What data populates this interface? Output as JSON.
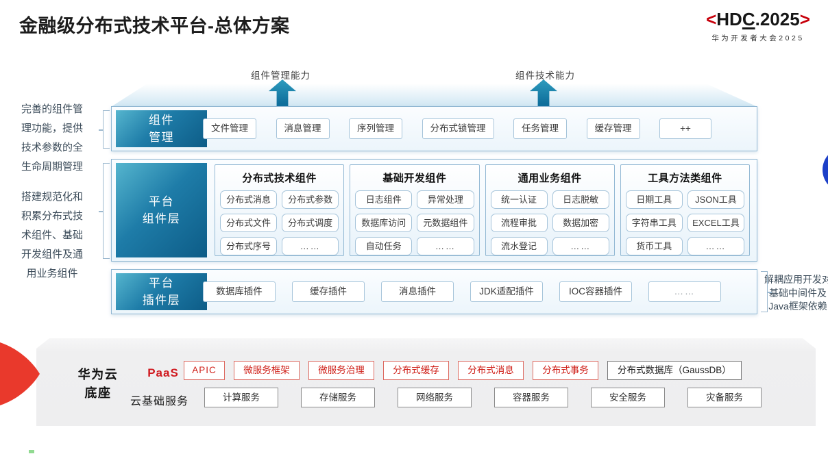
{
  "title": "金融级分布式技术平台-总体方案",
  "logo": {
    "open": "<",
    "name_pre": "HD",
    "name_c": "C",
    "name_post": ".2025",
    "close": ">",
    "subtitle": "华为开发者大会2025"
  },
  "capability_arrows": {
    "left": "组件管理能力",
    "right": "组件技术能力"
  },
  "left_notes": {
    "note1": "完善的组件管理功能，提供技术参数的全生命周期管理",
    "note2": "搭建规范化和积累分布式技术组件、基础开发组件及通用业务组件"
  },
  "right_note": "解耦应用开发对基础中间件及Java框架依赖",
  "layers": {
    "component_mgmt": {
      "label": "组件\n管理",
      "items": [
        "文件管理",
        "消息管理",
        "序列管理",
        "分布式锁管理",
        "任务管理",
        "缓存管理",
        "++"
      ]
    },
    "platform_components": {
      "label": "平台\n组件层",
      "groups": [
        {
          "title": "分布式技术组件",
          "items": [
            "分布式消息",
            "分布式参数",
            "分布式文件",
            "分布式调度",
            "分布式序号",
            "……"
          ]
        },
        {
          "title": "基础开发组件",
          "items": [
            "日志组件",
            "异常处理",
            "数据库访问",
            "元数据组件",
            "自动任务",
            "……"
          ]
        },
        {
          "title": "通用业务组件",
          "items": [
            "统一认证",
            "日志脱敏",
            "流程审批",
            "数据加密",
            "流水登记",
            "……"
          ]
        },
        {
          "title": "工具方法类组件",
          "items": [
            "日期工具",
            "JSON工具",
            "字符串工具",
            "EXCEL工具",
            "货币工具",
            "……"
          ]
        }
      ]
    },
    "platform_plugins": {
      "label": "平台\n插件层",
      "items": [
        "数据库插件",
        "缓存插件",
        "消息插件",
        "JDK适配插件",
        "IOC容器插件",
        "……"
      ]
    }
  },
  "foundation": {
    "label": "华为云\n底座",
    "paas": {
      "label": "PaaS",
      "items": [
        "APIC",
        "微服务框架",
        "微服务治理",
        "分布式缓存",
        "分布式消息",
        "分布式事务"
      ],
      "db_item": "分布式数据库（GaussDB）"
    },
    "cloud": {
      "label": "云基础服务",
      "items": [
        "计算服务",
        "存储服务",
        "网络服务",
        "容器服务",
        "安全服务",
        "灾备服务"
      ]
    }
  },
  "colors": {
    "layer_teal_light": "#55b5ce",
    "layer_teal_dark": "#0d5c87",
    "arrow_teal": "#15779f",
    "huawei_red": "#c7000b",
    "paas_red": "#cf2019",
    "wedge_red": "#e9392c",
    "blue_dot": "#1d40c8",
    "panel_border_blue": "#8fb6d2"
  }
}
